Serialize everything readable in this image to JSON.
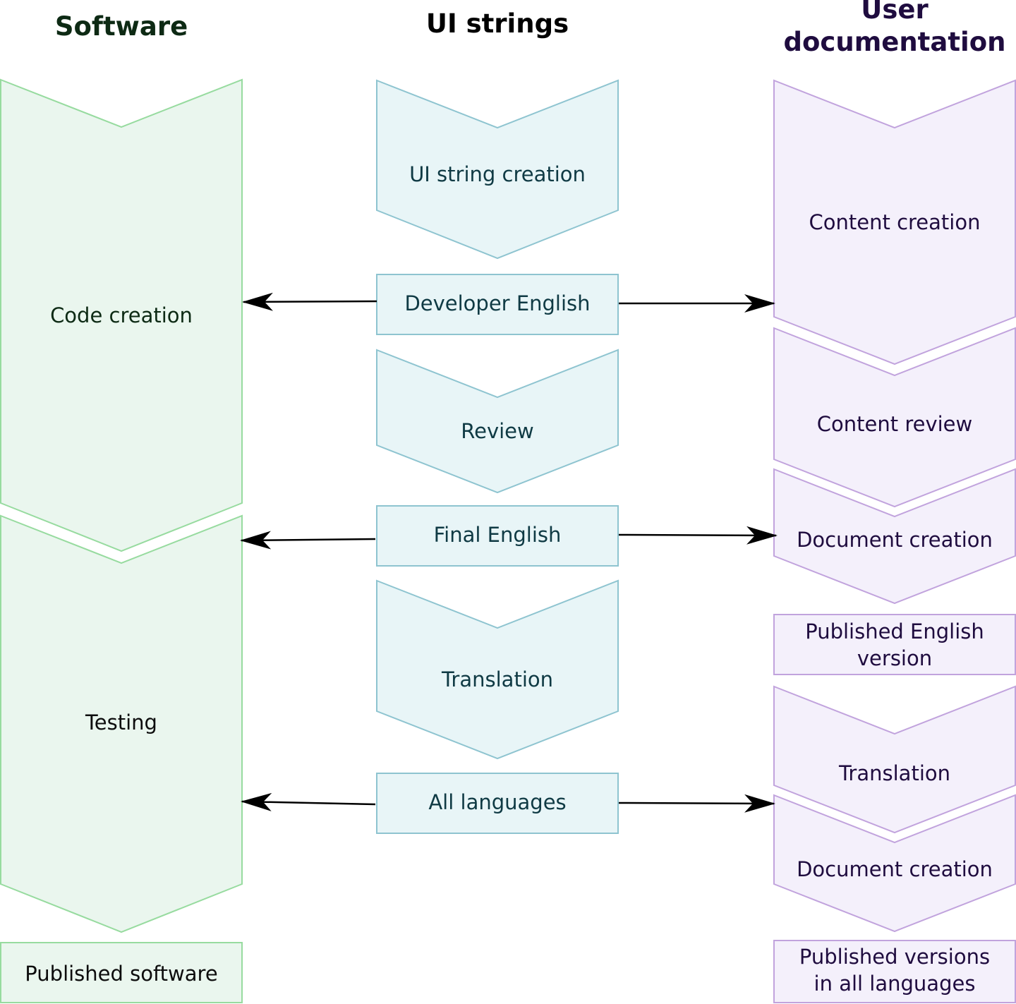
{
  "columns": {
    "software": {
      "title": "Software"
    },
    "ui_strings": {
      "title": "UI strings"
    },
    "user_docs": {
      "title_line1": "User",
      "title_line2": "documentation"
    }
  },
  "software": {
    "code_creation": "Code creation",
    "testing": "Testing",
    "published": "Published software"
  },
  "ui_strings": {
    "string_creation": "UI string creation",
    "developer_english": "Developer English",
    "review": "Review",
    "final_english": "Final English",
    "translation": "Translation",
    "all_languages": "All languages"
  },
  "user_docs": {
    "content_creation": "Content creation",
    "content_review": "Content review",
    "document_creation_1": "Document creation",
    "published_english_line1": "Published English",
    "published_english_line2": "version",
    "translation": "Translation",
    "document_creation_2": "Document creation",
    "published_all_line1": "Published versions",
    "published_all_line2": "in all languages"
  },
  "colors": {
    "software_fill": "#eaf6ee",
    "software_stroke": "#97db9f",
    "software_text": "#0d2a14",
    "ui_fill": "#e8f5f7",
    "ui_stroke": "#8ec4d0",
    "ui_text": "#0f3a44",
    "docs_fill": "#f4f0fb",
    "docs_stroke": "#c1a3dd",
    "docs_text": "#1f0c3f",
    "arrow": "#000000"
  }
}
